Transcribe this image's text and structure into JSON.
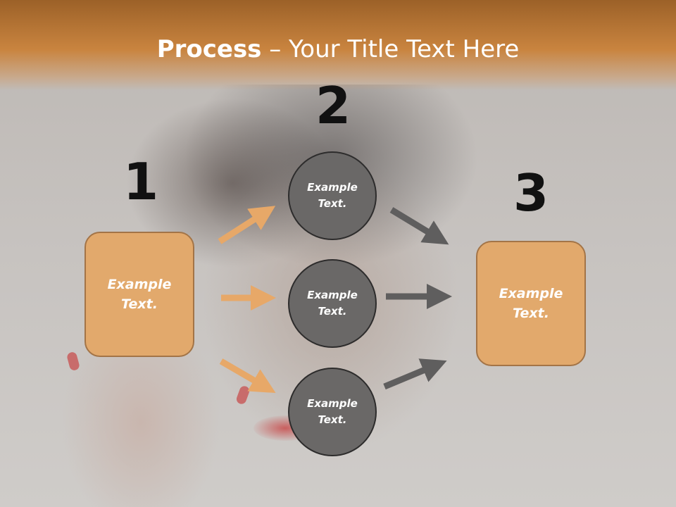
{
  "title": {
    "bold": "Process",
    "rest": " – Your Title Text Here"
  },
  "steps": {
    "one": {
      "number": "1",
      "text": "Example Text."
    },
    "two": {
      "number": "2",
      "items": [
        {
          "text": "Example Text."
        },
        {
          "text": "Example Text."
        },
        {
          "text": "Example Text."
        }
      ]
    },
    "three": {
      "number": "3",
      "text": "Example Text."
    }
  },
  "colors": {
    "accent_orange": "#e2a96c",
    "circle_gray": "#6a6867",
    "arrow_orange": "#e7a868",
    "arrow_gray": "#5f5e5e",
    "header": "#c9843f"
  }
}
